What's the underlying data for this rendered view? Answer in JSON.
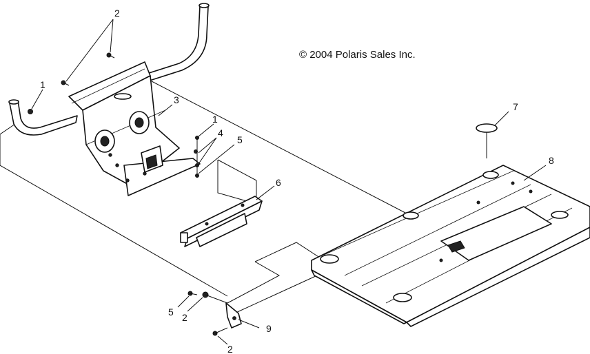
{
  "copyright": "© 2004 Polaris Sales Inc.",
  "callouts": {
    "c1a": "1",
    "c1b": "1",
    "c2a": "2",
    "c2b": "2",
    "c2c": "2",
    "c3": "3",
    "c4": "4",
    "c5a": "5",
    "c5b": "5",
    "c6": "6",
    "c7": "7",
    "c8": "8",
    "c9": "9"
  }
}
